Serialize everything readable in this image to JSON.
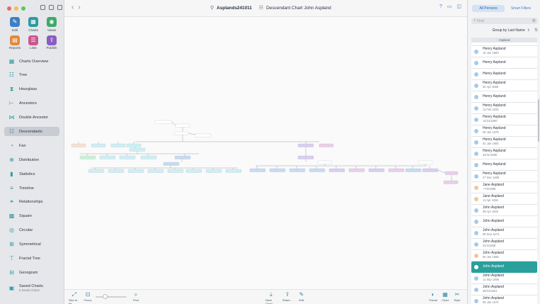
{
  "colors": {
    "accent": "#2aa09c",
    "male": "#a7c9ea",
    "female": "#f0c59d",
    "segment_active": "#d3e3f5"
  },
  "toolbar": {
    "document_name": "Asplands241011",
    "chart_title": "Descendant Chart John Aspland"
  },
  "top_tools": [
    {
      "label": "Edit",
      "icon": "pencil-icon",
      "color": "#3d7fc6",
      "glyph": "✎"
    },
    {
      "label": "Charts",
      "icon": "charts-icon",
      "color": "#2d9aa0",
      "glyph": "▦"
    },
    {
      "label": "Views",
      "icon": "eye-icon",
      "color": "#3fa86a",
      "glyph": "◉"
    },
    {
      "label": "Reports",
      "icon": "reports-icon",
      "color": "#e08a3c",
      "glyph": "▤"
    },
    {
      "label": "Lists",
      "icon": "lists-icon",
      "color": "#c8578f",
      "glyph": "☰"
    },
    {
      "label": "Publish",
      "icon": "publish-icon",
      "color": "#8a5cc4",
      "glyph": "⇪"
    }
  ],
  "sidebar": {
    "items": [
      {
        "label": "Charts Overview",
        "icon": "charts-overview-icon",
        "glyph": "▦",
        "active": false
      },
      {
        "label": "Tree",
        "icon": "tree-icon",
        "glyph": "☷",
        "active": false
      },
      {
        "label": "Hourglass",
        "icon": "hourglass-icon",
        "glyph": "⧗",
        "active": false
      },
      {
        "label": "Ancestors",
        "icon": "ancestors-icon",
        "glyph": "⊢",
        "active": false
      },
      {
        "label": "Double Ancestor",
        "icon": "double-ancestor-icon",
        "glyph": "⋈",
        "active": false
      },
      {
        "label": "Descendants",
        "icon": "descendants-icon",
        "glyph": "☷",
        "active": true
      },
      {
        "label": "Fan",
        "icon": "fan-icon",
        "glyph": "◔",
        "active": false
      },
      {
        "label": "Distribution",
        "icon": "distribution-icon",
        "glyph": "⊕",
        "active": false
      },
      {
        "label": "Statistics",
        "icon": "statistics-icon",
        "glyph": "▮",
        "active": false
      },
      {
        "label": "Timeline",
        "icon": "timeline-icon",
        "glyph": "≡",
        "active": false
      },
      {
        "label": "Relationships",
        "icon": "relationships-icon",
        "glyph": "⚭",
        "active": false
      },
      {
        "label": "Square",
        "icon": "square-icon",
        "glyph": "▩",
        "active": false
      },
      {
        "label": "Circular",
        "icon": "circular-icon",
        "glyph": "◎",
        "active": false
      },
      {
        "label": "Symmetrical",
        "icon": "symmetrical-icon",
        "glyph": "⊞",
        "active": false
      },
      {
        "label": "Fractal Tree",
        "icon": "fractal-tree-icon",
        "glyph": "⊤",
        "active": false
      },
      {
        "label": "Genogram",
        "icon": "genogram-icon",
        "glyph": "⊟",
        "active": false
      }
    ],
    "saved": {
      "label": "Saved Charts",
      "sub": "6 Saved Charts"
    }
  },
  "bottom_tools": [
    {
      "label": "Size to Fit",
      "icon": "size-to-fit-icon",
      "glyph": "⤢"
    },
    {
      "label": "Focus",
      "icon": "focus-icon",
      "glyph": "⊡"
    },
    {
      "label": "Find",
      "icon": "find-icon",
      "glyph": "⌕"
    },
    {
      "label": "Save Chart...",
      "icon": "save-chart-icon",
      "glyph": "⤓"
    },
    {
      "label": "Share...",
      "icon": "share-icon",
      "glyph": "⇪"
    },
    {
      "label": "Edit",
      "icon": "edit-chart-icon",
      "glyph": "✎"
    },
    {
      "label": "Theme",
      "icon": "theme-icon",
      "glyph": "◐"
    },
    {
      "label": "Chart",
      "icon": "chart-icon",
      "glyph": "▦"
    },
    {
      "label": "Style",
      "icon": "style-icon",
      "glyph": "✂"
    }
  ],
  "panel": {
    "tabs": [
      "All Persons",
      "Smart Filters"
    ],
    "search_placeholder": "Find",
    "group_by": "Group by Last Name",
    "section": "Aspland",
    "persons": [
      {
        "name": "",
        "date": "",
        "sex": "m",
        "cut": true
      },
      {
        "name": "Henry Aspland",
        "date": "10 Jun 1683",
        "sex": "m"
      },
      {
        "name": "Henry Aspland",
        "date": "",
        "sex": "m"
      },
      {
        "name": "Henry Aspland",
        "date": "",
        "sex": "m"
      },
      {
        "name": "Henry Aspland",
        "date": "02 Apr 1698",
        "sex": "m"
      },
      {
        "name": "Henry Aspland",
        "date": "",
        "sex": "m"
      },
      {
        "name": "Henry Aspland",
        "date": "11 Feb 1634",
        "sex": "m"
      },
      {
        "name": "Henry Aspland",
        "date": "14/12/1690",
        "sex": "m"
      },
      {
        "name": "Henry Aspland",
        "date": "08 Jan 1678",
        "sex": "m"
      },
      {
        "name": "Henry Aspland",
        "date": "01 Jan 1600",
        "sex": "m"
      },
      {
        "name": "Henry Aspland",
        "date": "24/11/1695",
        "sex": "m"
      },
      {
        "name": "Henry Aspland",
        "date": "",
        "sex": "m"
      },
      {
        "name": "Henry Aspland",
        "date": "27 Dec 1689",
        "sex": "m"
      },
      {
        "name": "Jane Aspland",
        "date": "~7/2/1698",
        "sex": "f"
      },
      {
        "name": "Jane Aspland",
        "date": "11 Apr 1696",
        "sex": "f"
      },
      {
        "name": "John Aspland",
        "date": "08 Apr 1602",
        "sex": "m"
      },
      {
        "name": "John Aspland",
        "date": "",
        "sex": "m"
      },
      {
        "name": "John Aspland",
        "date": "08 Sep 1673",
        "sex": "m"
      },
      {
        "name": "John Aspland",
        "date": "31/1/1658",
        "sex": "m"
      },
      {
        "name": "John Aspland",
        "date": "06 Jan 1658",
        "sex": "f"
      },
      {
        "name": "John Aspland",
        "date": "",
        "sex": "m",
        "selected": true
      },
      {
        "name": "John Aspland",
        "date": "11 Sep 1698",
        "sex": "m"
      },
      {
        "name": "John Aspland",
        "date": "29/12/1661",
        "sex": "m"
      },
      {
        "name": "John Aspland",
        "date": "06 Jan 1672",
        "sex": "m"
      }
    ]
  }
}
